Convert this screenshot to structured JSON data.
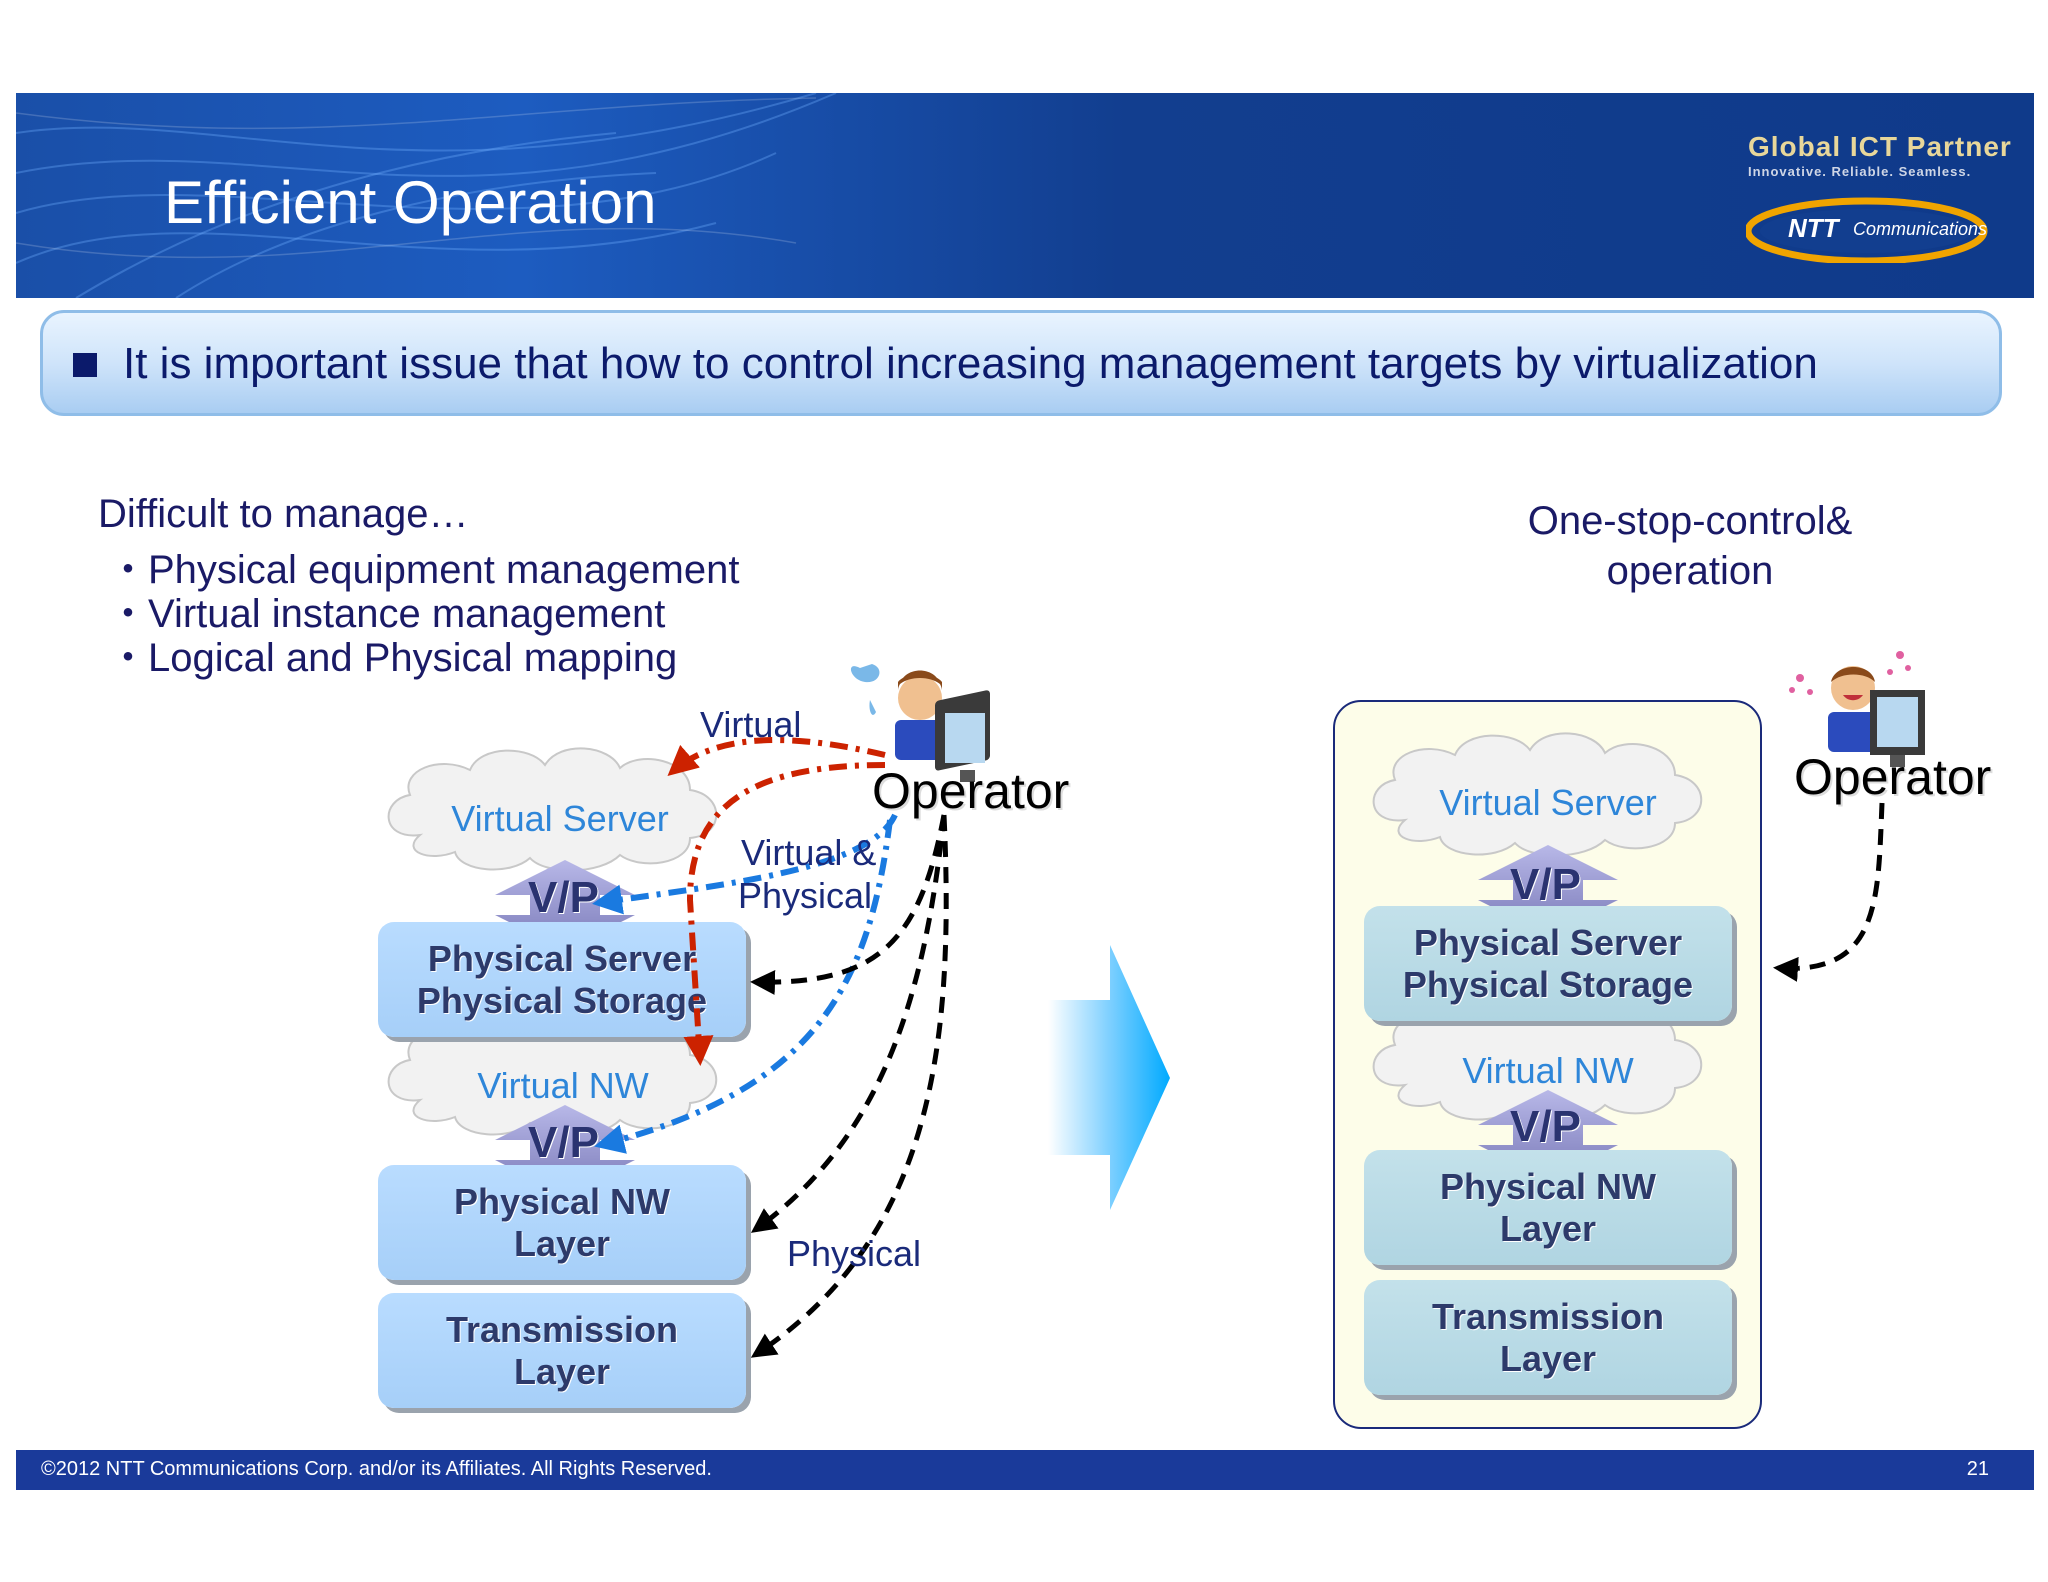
{
  "header": {
    "title": "Efficient Operation",
    "brand_tagline": "Global ICT Partner",
    "brand_subtagline": "Innovative. Reliable. Seamless.",
    "brand_name": "NTT",
    "brand_name_suffix": "Communications"
  },
  "issue": {
    "text": "It is important issue that how to control increasing management targets by virtualization"
  },
  "left": {
    "heading": "Difficult to manage…",
    "bullets": [
      "・Physical equipment management",
      "・Virtual instance management",
      "・Logical and Physical mapping"
    ],
    "operator_label": "Operator",
    "arrow_labels": {
      "virtual": "Virtual",
      "virtual_physical_line1": "Virtual &",
      "virtual_physical_line2": "Physical",
      "physical": "Physical"
    },
    "stack": {
      "virtual_server": "Virtual Server",
      "vp1": "V/P",
      "physical_server_line1": "Physical Server",
      "physical_server_line2": "Physical Storage",
      "virtual_nw": "Virtual NW",
      "vp2": "V/P",
      "physical_nw_line1": "Physical NW",
      "physical_nw_line2": "Layer",
      "transmission_line1": "Transmission",
      "transmission_line2": "Layer"
    }
  },
  "right": {
    "heading": "One-stop-control& operation",
    "operator_label": "Operator",
    "stack": {
      "virtual_server": "Virtual Server",
      "vp1": "V/P",
      "physical_server_line1": "Physical Server",
      "physical_server_line2": "Physical Storage",
      "virtual_nw": "Virtual NW",
      "vp2": "V/P",
      "physical_nw_line1": "Physical NW",
      "physical_nw_line2": "Layer",
      "transmission_line1": "Transmission",
      "transmission_line2": "Layer"
    }
  },
  "footer": {
    "copyright": "©2012  NTT Communications Corp. and/or its Affiliates. All Rights Reserved.",
    "page_number": "21"
  },
  "colors": {
    "header_blue": "#123e8f",
    "navy_text": "#1a1a66",
    "layer_blue": "#a6cff8",
    "cloud_text": "#2e86d9",
    "red_arrow": "#cc2200",
    "blue_arrow": "#1a7ae0",
    "black_arrow": "#000000"
  }
}
